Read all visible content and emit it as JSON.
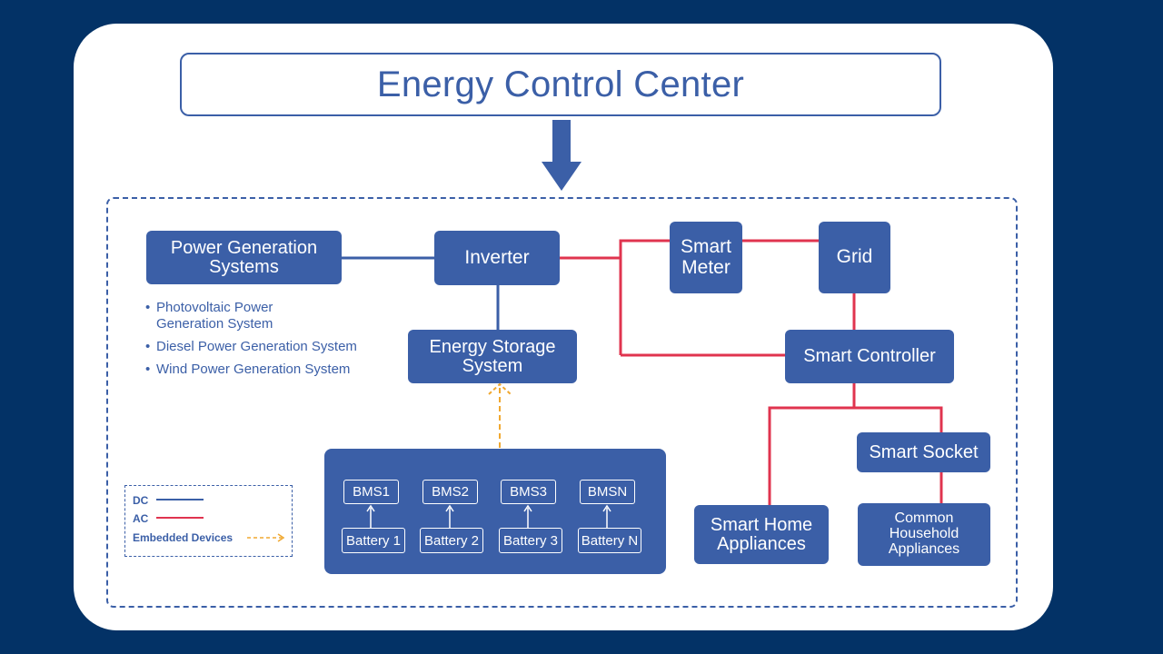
{
  "title": "Energy Control Center",
  "nodes": {
    "power_generation": "Power Generation Systems",
    "inverter": "Inverter",
    "smart_meter": "Smart Meter",
    "grid": "Grid",
    "energy_storage": "Energy Storage System",
    "smart_controller": "Smart Controller",
    "smart_socket": "Smart Socket",
    "smart_home_appliances": "Smart Home Appliances",
    "common_household_appliances": "Common Household Appliances"
  },
  "generation_types": [
    "Photovoltaic Power Generation System",
    "Diesel Power Generation System",
    "Wind Power Generation System"
  ],
  "bms_units": [
    {
      "bms": "BMS1",
      "battery": "Battery 1"
    },
    {
      "bms": "BMS2",
      "battery": "Battery 2"
    },
    {
      "bms": "BMS3",
      "battery": "Battery 3"
    },
    {
      "bms": "BMSN",
      "battery": "Battery N"
    }
  ],
  "legend": {
    "dc": "DC",
    "ac": "AC",
    "embedded": "Embedded Devices"
  },
  "colors": {
    "node": "#3b5fa7",
    "dc": "#3b5fa7",
    "ac": "#e0344f",
    "embedded": "#f0a830",
    "background": "#033266"
  }
}
